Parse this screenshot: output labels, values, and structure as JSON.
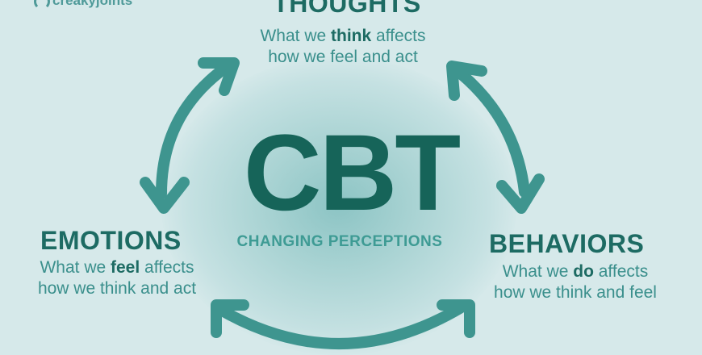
{
  "logo": {
    "text": "creakyjoints"
  },
  "center": {
    "title": "CBT",
    "subtitle": "CHANGING PERCEPTIONS"
  },
  "thoughts": {
    "heading": "THOUGHTS",
    "pre": "What we ",
    "key": "think",
    "post": " affects",
    "line2": "how we feel and act"
  },
  "emotions": {
    "heading": "EMOTIONS",
    "pre": "What we ",
    "key": "feel",
    "post": " affects",
    "line2": "how we think and act"
  },
  "behaviors": {
    "heading": "BEHAVIORS",
    "pre": "What we ",
    "key": "do",
    "post": " affects",
    "line2": "how we think and feel"
  },
  "colors": {
    "background": "#d6e9ea",
    "arrow": "#3e958f",
    "heading": "#1d6b63",
    "text": "#3a8f8c"
  }
}
